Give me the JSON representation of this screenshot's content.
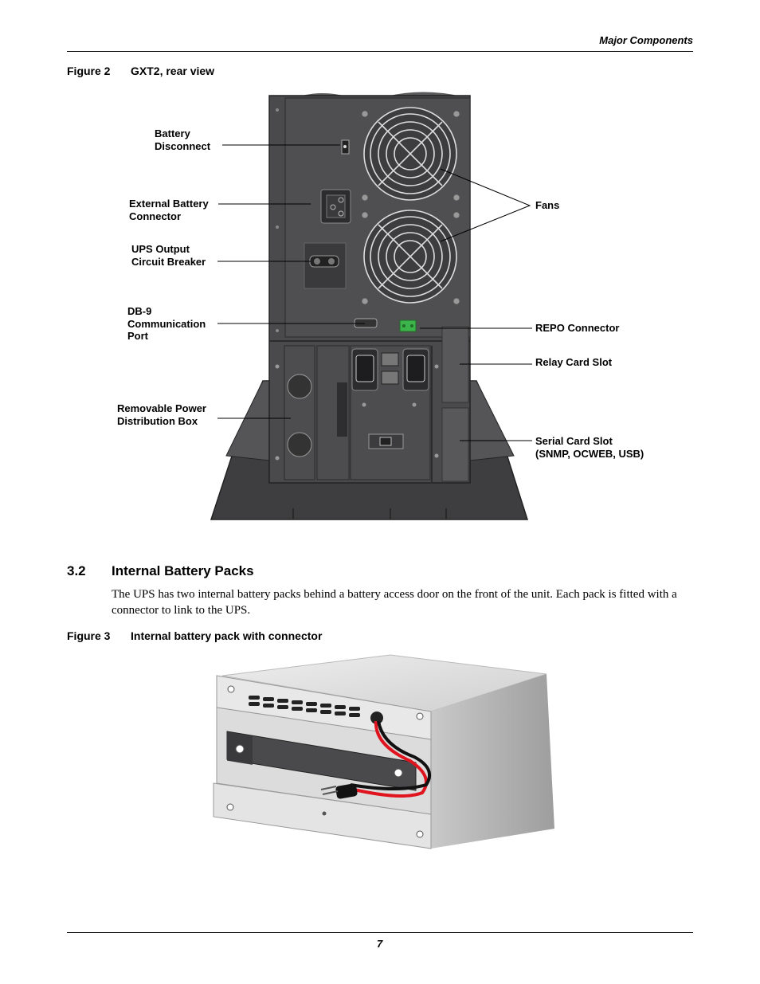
{
  "header": {
    "section": "Major Components"
  },
  "figure2": {
    "caption_num": "Figure 2",
    "caption_text": "GXT2, rear view",
    "labels": {
      "battery_disconnect": [
        "Battery",
        "Disconnect"
      ],
      "external_battery_connector": [
        "External Battery",
        "Connector"
      ],
      "ups_output_breaker": [
        "UPS Output",
        "Circuit Breaker"
      ],
      "db9_port": [
        "DB-9",
        "Communication",
        "Port"
      ],
      "removable_pdb": [
        "Removable Power",
        "Distribution Box"
      ],
      "fans": "Fans",
      "repo_connector": "REPO Connector",
      "relay_card_slot": "Relay Card Slot",
      "serial_card_slot": [
        "Serial Card Slot",
        "(SNMP, OCWEB, USB)"
      ]
    }
  },
  "section": {
    "number": "3.2",
    "title": "Internal Battery Packs",
    "body": "The UPS has two internal battery packs behind a battery access door on the front of the unit. Each pack is fitted with a connector to link to the UPS."
  },
  "figure3": {
    "caption_num": "Figure 3",
    "caption_text": "Internal battery pack with connector"
  },
  "footer": {
    "page_number": "7"
  },
  "colors": {
    "ups_body": "#4a4a4c",
    "ups_panel": "#5a5a5c",
    "repo_green": "#3cb44b",
    "cable_red": "#e0141e"
  }
}
